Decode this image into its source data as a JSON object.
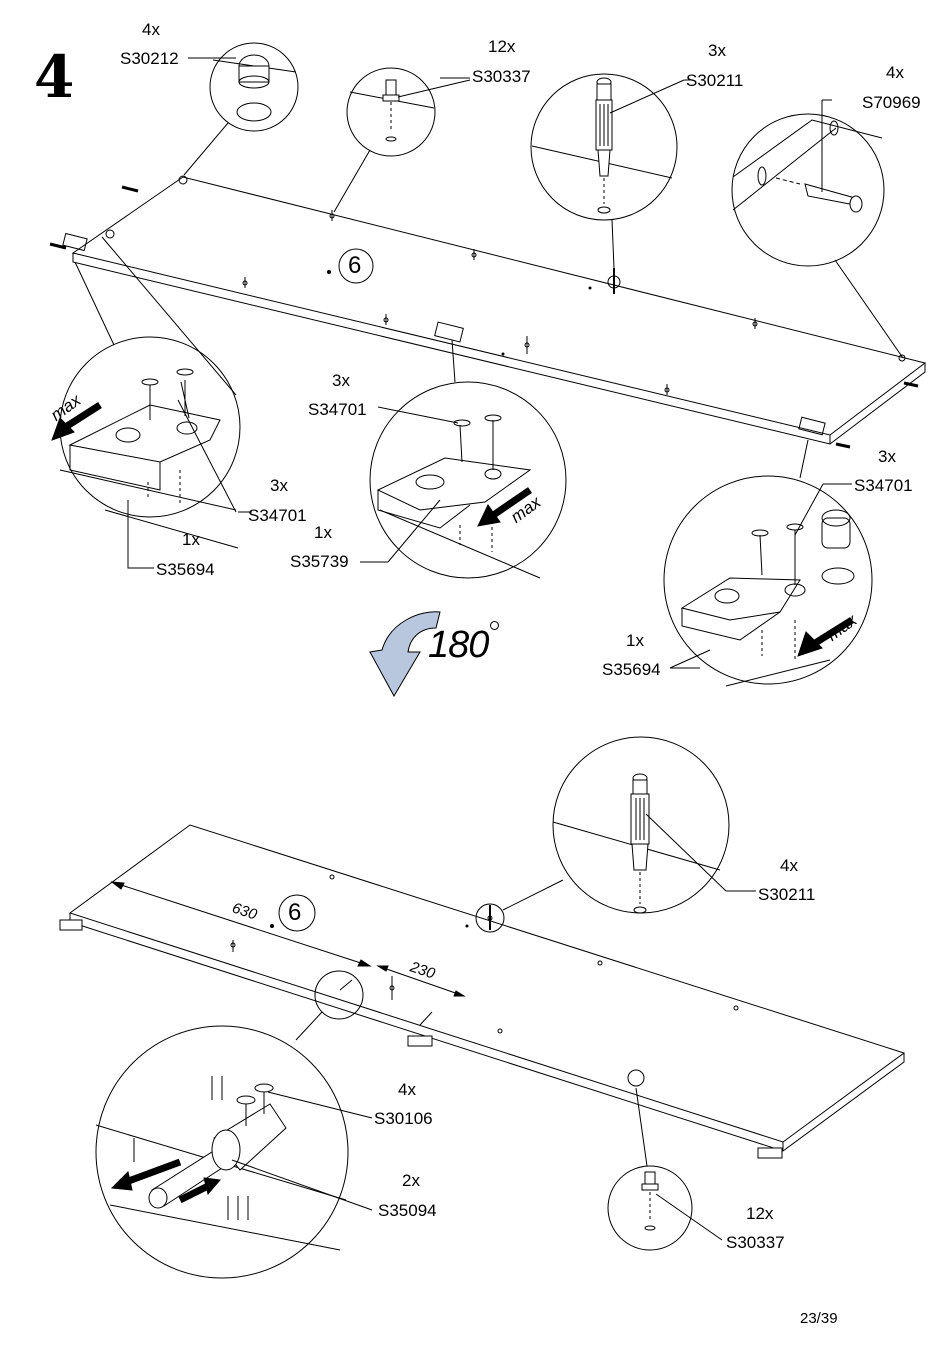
{
  "step_number": "4",
  "page_number": "23/39",
  "rotation_label": "180",
  "panel_label": "6",
  "dimensions": {
    "d630": "630",
    "d230": "230"
  },
  "max_label": "max",
  "callouts_top": [
    {
      "qty": "4x",
      "code": "S30212"
    },
    {
      "qty": "12x",
      "code": "S30337"
    },
    {
      "qty": "3x",
      "code": "S30211"
    },
    {
      "qty": "4x",
      "code": "S70969"
    },
    {
      "qty": "3x",
      "code": "S34701"
    },
    {
      "qty": "1x",
      "code": "S35694"
    },
    {
      "qty": "3x",
      "code": "S34701"
    },
    {
      "qty": "1x",
      "code": "S35739"
    },
    {
      "qty": "3x",
      "code": "S34701"
    },
    {
      "qty": "1x",
      "code": "S35694"
    }
  ],
  "callouts_bottom": [
    {
      "qty": "4x",
      "code": "S30211"
    },
    {
      "qty": "4x",
      "code": "S30106"
    },
    {
      "qty": "2x",
      "code": "S35094"
    },
    {
      "qty": "12x",
      "code": "S30337"
    }
  ]
}
